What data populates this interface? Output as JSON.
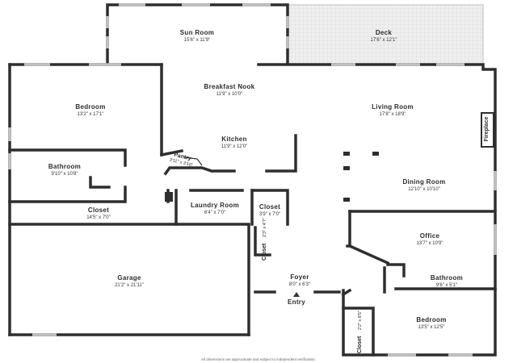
{
  "rooms": {
    "sun_room": {
      "name": "Sun Room",
      "dim": "15'6\" x 11'9\""
    },
    "deck": {
      "name": "Deck",
      "dim": "17'6\" x 12'1\""
    },
    "breakfast_nook": {
      "name": "Breakfast Nook",
      "dim": "11'9\" x 10'0\""
    },
    "bedroom_left": {
      "name": "Bedroom",
      "dim": "13'2\" x 17'1\""
    },
    "living_room": {
      "name": "Living Room",
      "dim": "17'8\" x 18'9\""
    },
    "fireplace": {
      "name": "Fireplace"
    },
    "kitchen": {
      "name": "Kitchen",
      "dim": "11'9\" x 12'0\""
    },
    "pantry": {
      "name": "Pantry",
      "dim": "3'11\" x 3'10\""
    },
    "bathroom_left": {
      "name": "Bathroom",
      "dim": "9'10\" x 10'8\""
    },
    "dining_room": {
      "name": "Dining Room",
      "dim": "12'10\" x 10'10\""
    },
    "laundry_room": {
      "name": "Laundry Room",
      "dim": "6'4\" x 7'0\""
    },
    "closet_mid": {
      "name": "Closet",
      "dim": "3'9\" x 7'0\""
    },
    "closet_left": {
      "name": "Closet",
      "dim": "14'5\" x 7'0\""
    },
    "office": {
      "name": "Office",
      "dim": "13'7\" x 10'9\""
    },
    "closet_vertical": {
      "name": "Closet",
      "dim": "2'3\" x 4'7\""
    },
    "garage": {
      "name": "Garage",
      "dim": "21'2\" x 21'11\""
    },
    "foyer": {
      "name": "Foyer",
      "dim": "8'0\" x 6'3\""
    },
    "bathroom_right": {
      "name": "Bathroom",
      "dim": "9'6\" x 5'1\""
    },
    "entry": {
      "name": "Entry"
    },
    "bedroom_right": {
      "name": "Bedroom",
      "dim": "13'5\" x 12'5\""
    },
    "closet_bottom": {
      "name": "Closet",
      "dim": "2'2\" x 8'5\""
    }
  },
  "disclaimer": "All dimensions are approximate and subject to independent verification.",
  "colors": {
    "wall": "#2e2e2e",
    "deck_fill": "#ededed",
    "deck_grid": "#cfcfcf",
    "window": "#bcbcbc"
  }
}
